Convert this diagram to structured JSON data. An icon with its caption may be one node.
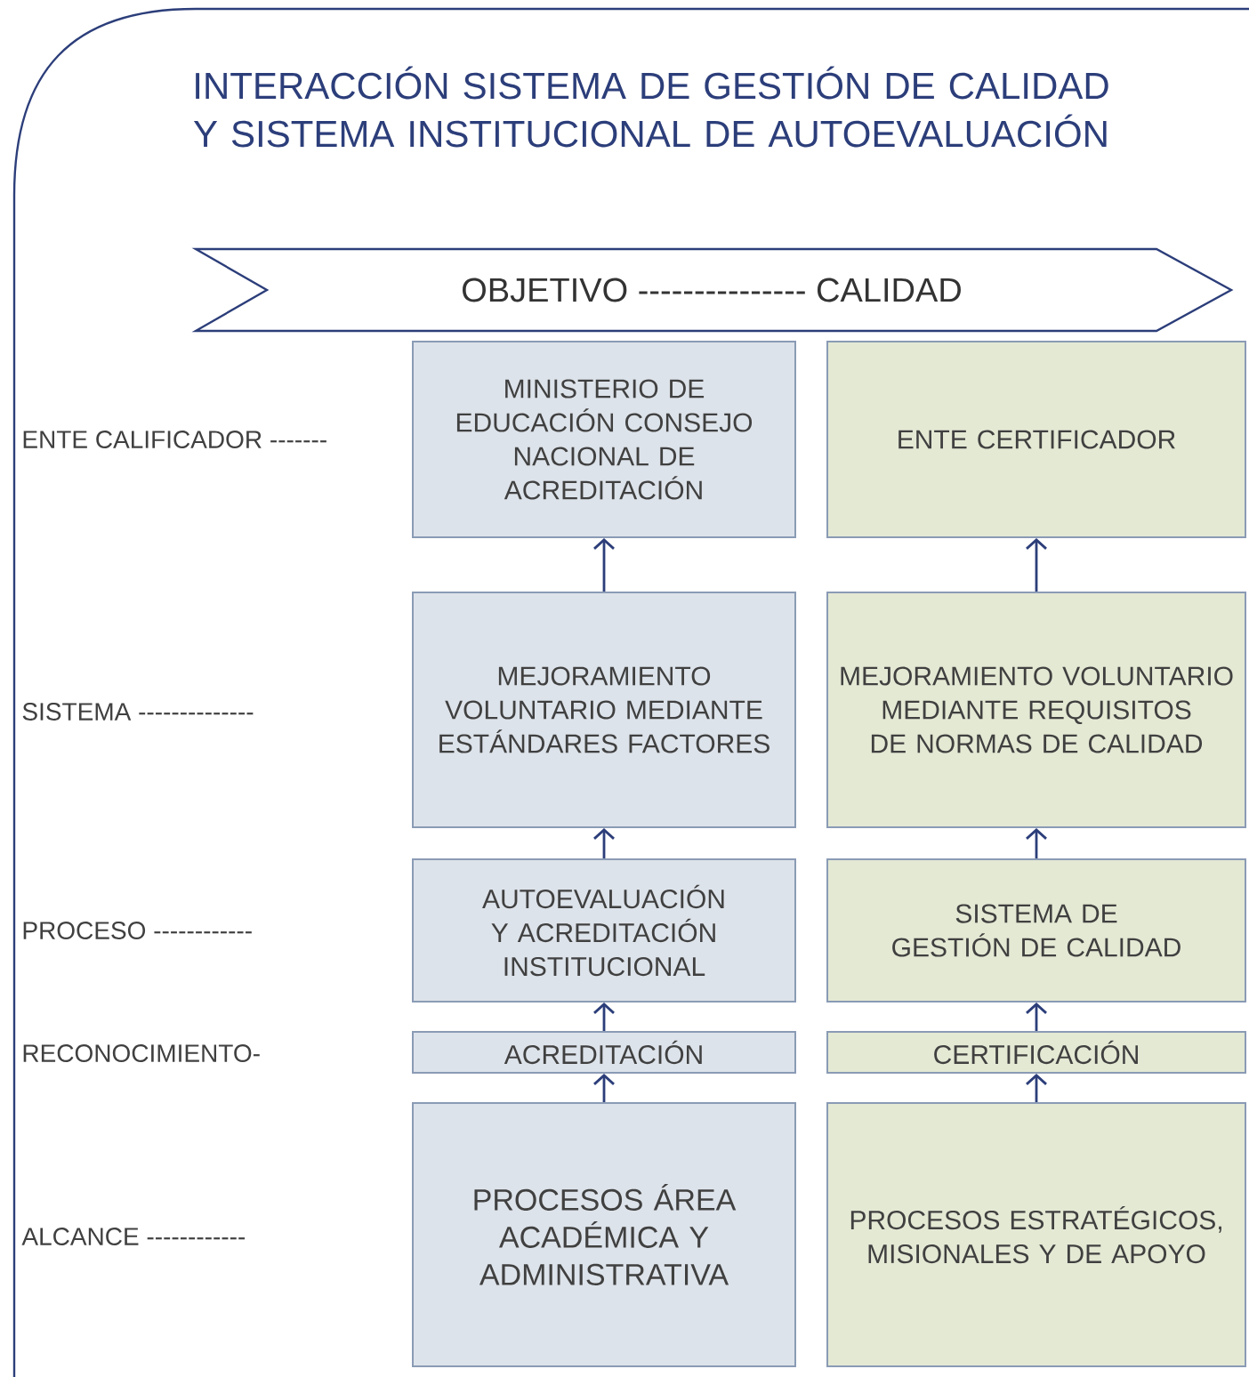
{
  "diagram": {
    "title": "INTERACCIÓN SISTEMA DE GESTIÓN DE CALIDAD Y SISTEMA INSTITUCIONAL DE AUTOEVALUACIÓN",
    "nodes": [
      {
        "text": [
          "OBJETIVO --------------- CALIDAD"
        ]
      },
      {
        "text": [
          "MINISTERIO DE EDUCACIÓN CONSEJO NACIONAL DE ACREDITACIÓN"
        ]
      },
      {
        "text": [
          "ENTE CERTIFICADOR"
        ]
      },
      {
        "text": [
          "MEJORAMIENTO VOLUNTARIO MEDIANTE ESTÁNDARES FACTORES"
        ]
      },
      {
        "text": [
          "MEJORAMIENTO VOLUNTARIO MEDIANTE REQUISITOS DE NORMAS DE CALIDAD"
        ]
      },
      {
        "text": [
          "AUTOEVALUACIÓN Y ACREDITACIÓN INSTITUCIONAL"
        ]
      },
      {
        "text": [
          "SISTEMA DE GESTIÓN DE CALIDAD"
        ]
      },
      {
        "text": [
          "ACREDITACIÓN"
        ]
      },
      {
        "text": [
          "CERTIFICACIÓN"
        ]
      },
      {
        "text": [
          "PROCESOS ÁREA ACADÉMICA Y ADMINISTRATIVA"
        ]
      },
      {
        "text": [
          "PROCESOS ESTRATÉGICOS, MISIONALES Y DE APOYO"
        ]
      }
    ],
    "edges": [
      {
        "from": 3,
        "to": 1,
        "arrow": "to"
      },
      {
        "from": 4,
        "to": 2,
        "arrow": "to"
      },
      {
        "from": 5,
        "to": 3,
        "arrow": "to"
      },
      {
        "from": 6,
        "to": 4,
        "arrow": "to"
      },
      {
        "from": 7,
        "to": 5,
        "arrow": "to"
      },
      {
        "from": 8,
        "to": 6,
        "arrow": "to"
      },
      {
        "from": 9,
        "to": 7,
        "arrow": "to"
      },
      {
        "from": 10,
        "to": 8,
        "arrow": "to"
      }
    ],
    "labels": [
      "ENTE CALIFICADOR -------",
      "SISTEMA --------------",
      "PROCESO ------------",
      "RECONOCIMIENTO-",
      "ALCANCE ------------"
    ]
  }
}
